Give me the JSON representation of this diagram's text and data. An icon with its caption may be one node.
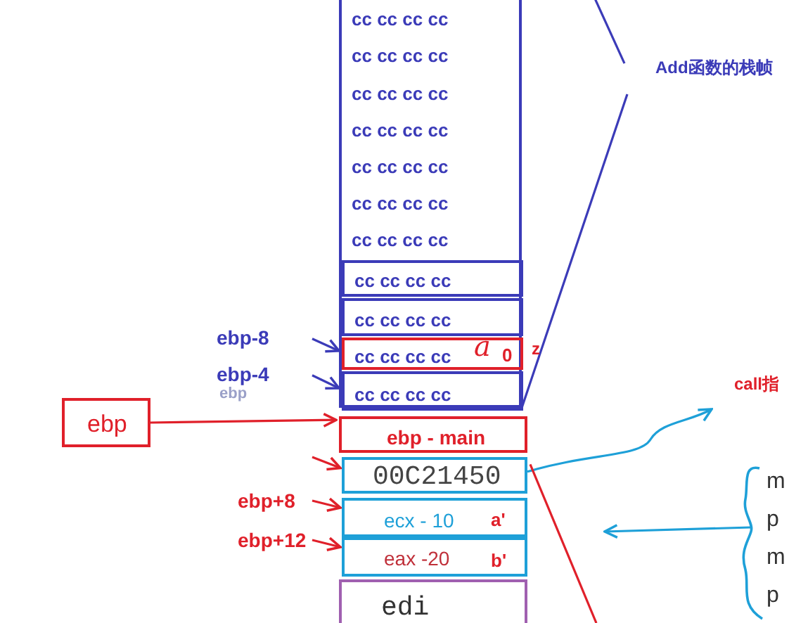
{
  "diagram": {
    "nodes": [
      {
        "text": [
          "cc cc cc cc",
          "cc cc cc cc",
          "cc cc cc cc",
          "cc cc cc cc",
          "cc cc cc cc",
          "cc cc cc cc",
          "cc cc cc cc"
        ]
      },
      {
        "text": [
          "cc cc cc cc"
        ],
        "in": 0
      },
      {
        "text": [
          "cc cc cc cc"
        ],
        "in": 0
      },
      {
        "text": [
          "cc cc cc cc",
          "0"
        ],
        "beside": [
          "z"
        ],
        "in": 0
      },
      {
        "text": [
          "cc cc cc cc"
        ],
        "in": 0
      },
      {
        "text": [
          "ebp - main"
        ]
      },
      {
        "text": [
          "00C21450"
        ]
      },
      {
        "text": [
          "ecx - 10",
          "a'"
        ]
      },
      {
        "text": [
          "eax -20",
          "b'"
        ]
      },
      {
        "text": [
          "edi"
        ]
      },
      {
        "text": [
          "ebp-8"
        ]
      },
      {
        "text": [
          "ebp-4"
        ]
      },
      {
        "text": [
          "ebp"
        ]
      },
      {
        "text": [
          "ebp+8"
        ]
      },
      {
        "text": [
          "ebp+12"
        ]
      },
      {
        "text": [
          "Add函数的栈帧"
        ]
      },
      {
        "text": [
          "call指"
        ]
      },
      {
        "text": [
          "m",
          "p",
          "m",
          "p"
        ]
      }
    ],
    "edges": [
      {
        "from": 10,
        "to": 3,
        "arrow": "to",
        "color": "#3b3bb8"
      },
      {
        "from": 11,
        "to": 4,
        "arrow": "to",
        "color": "#3b3bb8"
      },
      {
        "from": 12,
        "to": 5,
        "arrow": "to"
      },
      {
        "from": null,
        "to": 6,
        "arrow": "to"
      },
      {
        "from": 13,
        "to": 7,
        "arrow": "to"
      },
      {
        "from": 14,
        "to": 8,
        "arrow": "to"
      },
      {
        "from": 0,
        "to": 15,
        "arrow": "none",
        "color": "#3b3bb8"
      },
      {
        "from": 0,
        "to": 15,
        "arrow": "none",
        "color": "#3b3bb8"
      },
      {
        "from": 6,
        "to": 16,
        "arrow": "to",
        "color": "#1ea0d8"
      },
      {
        "from": 17,
        "to": null,
        "arrow": "to",
        "color": "#1ea0d8"
      },
      {
        "from": 6,
        "to": null,
        "arrow": "none"
      }
    ],
    "labels": [
      "a",
      "ebp"
    ]
  }
}
